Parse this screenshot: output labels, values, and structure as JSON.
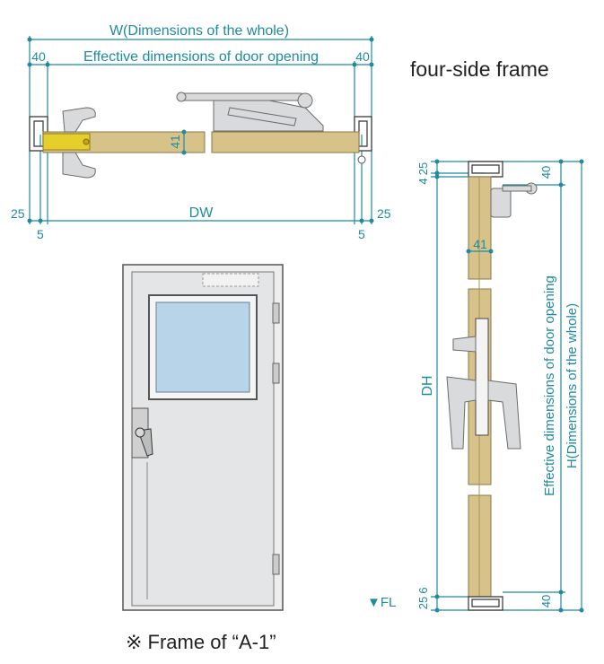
{
  "top": {
    "w_label": "W(Dimensions of the whole)",
    "eff_label": "Effective dimensions of door opening",
    "left_40": "40",
    "right_40": "40",
    "thickness": "41",
    "dw_label": "DW",
    "left_25": "25",
    "right_25": "25",
    "left_5": "5",
    "right_5": "5"
  },
  "frame_type": "four-side frame",
  "side": {
    "top_25": "25",
    "top_4": "4",
    "top_40": "40",
    "thickness": "41",
    "dh_label": "DH",
    "eff_label": "Effective dimensions of door opening",
    "h_label": "H(Dimensions of the whole)",
    "fl_label": "▼FL",
    "bottom_25": "25",
    "bottom_6": "6",
    "bottom_40": "40"
  },
  "caption": "※ Frame of “A-1”",
  "colors": {
    "dimension": "#1f8aa0",
    "wood": "#d7c38a",
    "metal": "#d9dadb"
  }
}
